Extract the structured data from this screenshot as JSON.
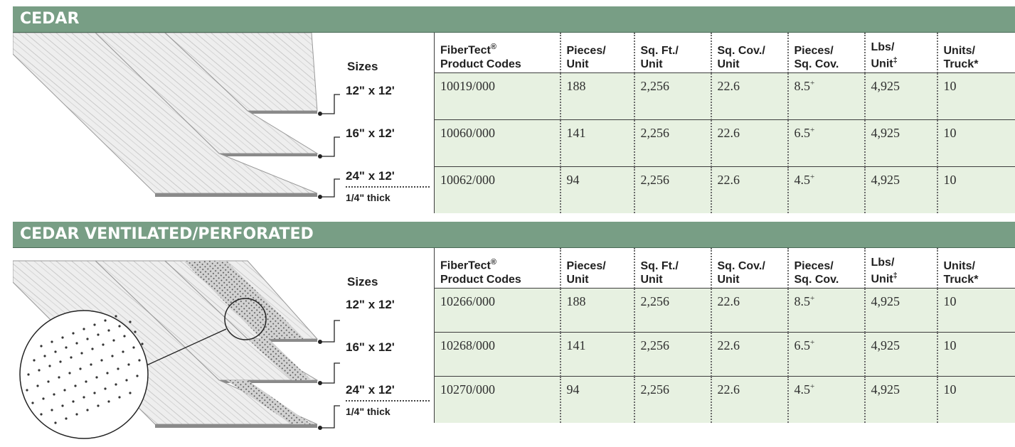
{
  "sections": [
    {
      "title": "CEDAR",
      "sizes_header": "Sizes",
      "columns": [
        {
          "line1": "FiberTect",
          "sup": "®",
          "line2": "Product Codes"
        },
        {
          "line1": "Pieces/",
          "sup": "",
          "line2": "Unit"
        },
        {
          "line1": "Sq. Ft./",
          "sup": "",
          "line2": "Unit"
        },
        {
          "line1": "Sq. Cov./",
          "sup": "",
          "line2": "Unit"
        },
        {
          "line1": "Pieces/",
          "sup": "",
          "line2": "Sq. Cov."
        },
        {
          "line1": "Lbs/",
          "sup": "",
          "line2": "Unit",
          "line2_sup": "‡"
        },
        {
          "line1": "Units/",
          "sup": "",
          "line2": "Truck*"
        }
      ],
      "rows": [
        {
          "size": "12\" x 12'",
          "code": "10019/000",
          "pieces_unit": "188",
          "sqft_unit": "2,256",
          "sqcov_unit": "22.6",
          "pieces_sqcov": "8.5",
          "pieces_sqcov_sup": "+",
          "lbs_unit": "4,925",
          "units_truck": "10"
        },
        {
          "size": "16\" x 12'",
          "code": "10060/000",
          "pieces_unit": "141",
          "sqft_unit": "2,256",
          "sqcov_unit": "22.6",
          "pieces_sqcov": "6.5",
          "pieces_sqcov_sup": "+",
          "lbs_unit": "4,925",
          "units_truck": "10"
        },
        {
          "size": "24\" x 12'",
          "thickness": "1/4\" thick",
          "code": "10062/000",
          "pieces_unit": "94",
          "sqft_unit": "2,256",
          "sqcov_unit": "22.6",
          "pieces_sqcov": "4.5",
          "pieces_sqcov_sup": "+",
          "lbs_unit": "4,925",
          "units_truck": "10"
        }
      ]
    },
    {
      "title": "CEDAR VENTILATED/PERFORATED",
      "sizes_header": "Sizes",
      "columns": [
        {
          "line1": "FiberTect",
          "sup": "®",
          "line2": "Product Codes"
        },
        {
          "line1": "Pieces/",
          "sup": "",
          "line2": "Unit"
        },
        {
          "line1": "Sq. Ft./",
          "sup": "",
          "line2": "Unit"
        },
        {
          "line1": "Sq. Cov./",
          "sup": "",
          "line2": "Unit"
        },
        {
          "line1": "Pieces/",
          "sup": "",
          "line2": "Sq. Cov."
        },
        {
          "line1": "Lbs/",
          "sup": "",
          "line2": "Unit",
          "line2_sup": "‡"
        },
        {
          "line1": "Units/",
          "sup": "",
          "line2": "Truck*"
        }
      ],
      "rows": [
        {
          "size": "12\" x 12'",
          "code": "10266/000",
          "pieces_unit": "188",
          "sqft_unit": "2,256",
          "sqcov_unit": "22.6",
          "pieces_sqcov": "8.5",
          "pieces_sqcov_sup": "+",
          "lbs_unit": "4,925",
          "units_truck": "10"
        },
        {
          "size": "16\" x 12'",
          "code": "10268/000",
          "pieces_unit": "141",
          "sqft_unit": "2,256",
          "sqcov_unit": "22.6",
          "pieces_sqcov": "6.5",
          "pieces_sqcov_sup": "+",
          "lbs_unit": "4,925",
          "units_truck": "10"
        },
        {
          "size": "24\" x 12'",
          "thickness": "1/4\" thick",
          "code": "10270/000",
          "pieces_unit": "94",
          "sqft_unit": "2,256",
          "sqcov_unit": "22.6",
          "pieces_sqcov": "4.5",
          "pieces_sqcov_sup": "+",
          "lbs_unit": "4,925",
          "units_truck": "10"
        }
      ]
    }
  ],
  "colors": {
    "header_bg": "#789e85",
    "cell_bg": "#e7f1e1"
  }
}
